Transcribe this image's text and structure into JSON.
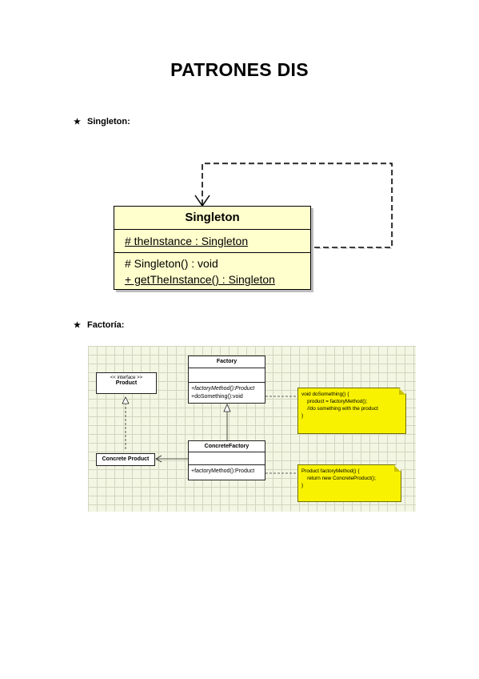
{
  "document": {
    "title": "PATRONES DIS"
  },
  "sections": [
    {
      "bullet": "★",
      "label": "Singleton:"
    },
    {
      "bullet": "★",
      "label": "Factoría:"
    }
  ],
  "singleton": {
    "class_name": "Singleton",
    "attribute": "# theInstance : Singleton",
    "operations": [
      "# Singleton() : void",
      "+ getTheInstance() : Singleton"
    ]
  },
  "factory_diagram": {
    "product": {
      "stereotype": "<< interface >>",
      "name": "Product"
    },
    "concrete_product": {
      "name": "Concrete Product"
    },
    "factory": {
      "name": "Factory",
      "operations": [
        "+factoryMethod():Product",
        "+doSomething():void"
      ]
    },
    "concrete_factory": {
      "name": "ConcreteFactory",
      "operations": [
        "+factoryMethod():Product"
      ]
    },
    "note1": [
      "void doSomething() {",
      "    product = factoryMethod();",
      "    //do something with the product",
      "}"
    ],
    "note2": [
      "Product factoryMethod() {",
      "    return new ConcreteProduct();",
      "}"
    ]
  },
  "colors": {
    "class_fill": "#fffecd",
    "note_fill": "#f8f200",
    "grid_bg": "#f3f6e2"
  }
}
